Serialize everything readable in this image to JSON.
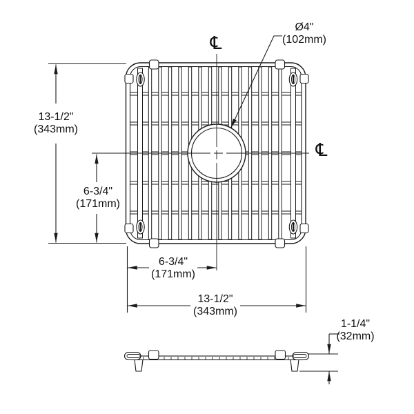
{
  "page": {
    "background": "#ffffff"
  },
  "drawing": {
    "line_color": "#1a1a1a",
    "plan": {
      "hole_diameter": {
        "inch": "Ø4\"",
        "metric": "(102mm)"
      },
      "height": {
        "inch": "13-1/2\"",
        "metric": "(343mm)"
      },
      "half_height": {
        "inch": "6-3/4\"",
        "metric": "(171mm)"
      },
      "half_width": {
        "inch": "6-3/4\"",
        "metric": "(171mm)"
      },
      "width": {
        "inch": "13-1/2\"",
        "metric": "(343mm)"
      },
      "centerline_top": "℄",
      "centerline_right": "℄"
    },
    "side": {
      "height": {
        "inch": "1-1/4\"",
        "metric": "(32mm)"
      }
    }
  }
}
